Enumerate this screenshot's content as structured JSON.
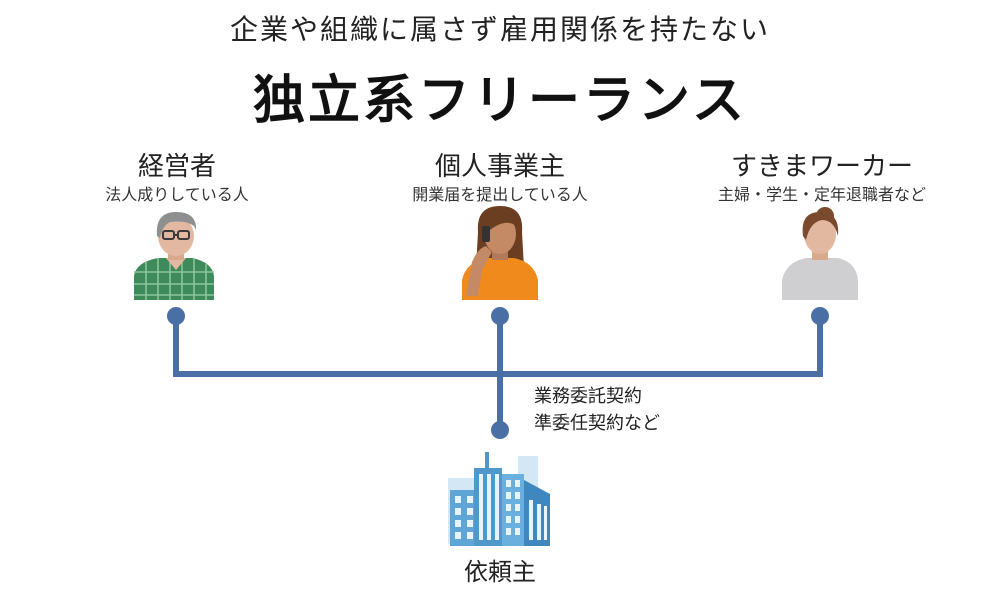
{
  "header": {
    "subtitle": "企業や組織に属さず雇用関係を持たない",
    "title": "独立系フリーランス"
  },
  "roles": [
    {
      "name": "経営者",
      "description": "法人成りしている人",
      "icon": "manager-person-icon"
    },
    {
      "name": "個人事業主",
      "description": "開業届を提出している人",
      "icon": "sole-proprietor-person-icon"
    },
    {
      "name": "すきまワーカー",
      "description": "主婦・学生・定年退職者など",
      "icon": "gap-worker-person-icon"
    }
  ],
  "contract": {
    "line1": "業務委託契約",
    "line2": "準委任契約など"
  },
  "client": {
    "label": "依頼主",
    "icon": "office-buildings-icon"
  },
  "colors": {
    "connector": "#4a6fa5",
    "skin": "#e2b8a1",
    "manager_shirt": "#3f8a5a",
    "proprietor_shirt": "#f08a1c",
    "worker_shirt": "#cfcfd2",
    "building": "#5fa6d6"
  }
}
